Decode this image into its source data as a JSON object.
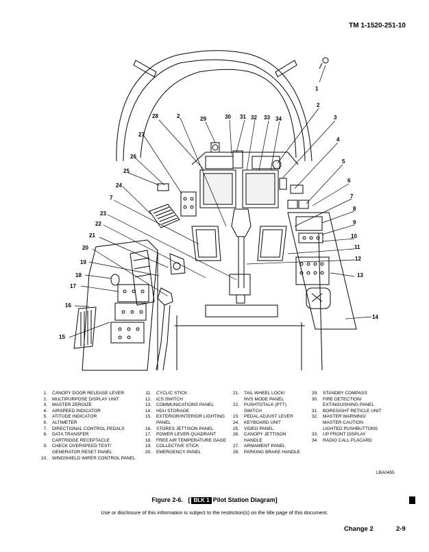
{
  "header": {
    "doc_number": "TM 1-1520-251-10"
  },
  "diagram": {
    "callout_numbers": [
      "1",
      "2",
      "2",
      "3",
      "4",
      "5",
      "6",
      "7",
      "7",
      "8",
      "9",
      "10",
      "11",
      "12",
      "13",
      "14",
      "15",
      "16",
      "17",
      "18",
      "19",
      "20",
      "21",
      "22",
      "23",
      "24",
      "25",
      "26",
      "27",
      "28",
      "29",
      "30",
      "31",
      "32",
      "33",
      "34"
    ]
  },
  "legend": {
    "col1": [
      {
        "n": "1.",
        "t": "CANOPY DOOR RELEASE LEVER"
      },
      {
        "n": "2.",
        "t": "MULTIPURPOSE DISPLAY UNIT"
      },
      {
        "n": "3.",
        "t": "MASTER ZEROIZE"
      },
      {
        "n": "4.",
        "t": "AIRSPEED INDICATOR"
      },
      {
        "n": "5.",
        "t": "ATITUDE INDICATOR"
      },
      {
        "n": "6.",
        "t": "ALTIMETER"
      },
      {
        "n": "7.",
        "t": "DIRECTIONAL CONTROL PEDALS"
      },
      {
        "n": "8.",
        "t": "DATA TRANSFER\nCARTRIDGE RECEPTACLE"
      },
      {
        "n": "9.",
        "t": "CHECK OVERSPEED TEST/\nGENERATOR RESET PANEL"
      },
      {
        "n": "10.",
        "t": "WINDSHIELD WIPER CONTROL PANEL"
      }
    ],
    "col2": [
      {
        "n": "11.",
        "t": "CYCLIC STICK"
      },
      {
        "n": "12.",
        "t": "ICS SWITCH"
      },
      {
        "n": "13.",
        "t": "COMMUNICATIONS PANEL"
      },
      {
        "n": "14.",
        "t": "HDU STORAGE"
      },
      {
        "n": "15.",
        "t": "EXTERIOR/INTERIOR LIGHTING\nPANEL"
      },
      {
        "n": "16.",
        "t": "STORES JETTISON PANEL"
      },
      {
        "n": "17.",
        "t": "POWER LEVER QUADRANT"
      },
      {
        "n": "18.",
        "t": "FREE AIR TEMPERATURE GAGE"
      },
      {
        "n": "19.",
        "t": "COLLECTIVE STICK"
      },
      {
        "n": "20.",
        "t": "EMERGENCY PANEL"
      }
    ],
    "col3": [
      {
        "n": "21.",
        "t": "TAIL WHEEL LOCK/\nNVS MODE PANEL"
      },
      {
        "n": "22.",
        "t": "PUSHTOTALK (PTT)\nSWITCH"
      },
      {
        "n": "23.",
        "t": "PEDAL ADJUST LEVER"
      },
      {
        "n": "24.",
        "t": "KEYBOARD UNIT"
      },
      {
        "n": "25.",
        "t": "VIDEO PANEL"
      },
      {
        "n": "26.",
        "t": "CANOPY JETTISON\nHANDLE"
      },
      {
        "n": "27.",
        "t": "ARMAMENT PANEL"
      },
      {
        "n": "28.",
        "t": "PARKING BRAKE HANDLE"
      }
    ],
    "col4": [
      {
        "n": "29.",
        "t": "STANDBY COMPASS"
      },
      {
        "n": "30.",
        "t": "FIRE DETECTION/\nEXTINGUISHING PANEL"
      },
      {
        "n": "31.",
        "t": "BORESIGHT RETICLE UNIT"
      },
      {
        "n": "32.",
        "t": "MASTER WARNING/\nMASTER CAUTION\nLIGHTED PUSHBUTTONS"
      },
      {
        "n": "33.",
        "t": "UP FRONT DISPLAY"
      },
      {
        "n": "34.",
        "t": "RADIO CALL PLACARD"
      }
    ]
  },
  "figure_code": "LBA0455",
  "caption": {
    "prefix": "Figure  2-6.",
    "bracket_open": "[",
    "badge": "BLK 1",
    "title": "Pilot Station Diagram]"
  },
  "notice": "Use or disclosure of this information is subject to the restriction(s) on the title page of this document.",
  "footer": {
    "change": "Change 2",
    "page": "2-9"
  }
}
